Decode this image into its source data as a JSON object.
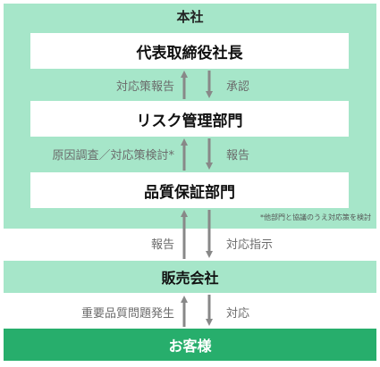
{
  "headquarters": {
    "title": "本社",
    "ceo": "代表取締役社長",
    "risk": "リスク管理部門",
    "qa": "品質保証部門",
    "note": "*他部門と協議のうえ対応策を検討"
  },
  "sales": "販売会社",
  "customer": "お客様",
  "flows": {
    "risk_to_ceo": "対応策報告",
    "ceo_to_risk": "承認",
    "qa_to_risk": "原因調査／対応策検討*",
    "risk_to_qa": "報告",
    "sales_to_qa": "報告",
    "qa_to_sales": "対応指示",
    "customer_to_sales": "重要品質問題発生",
    "sales_to_customer": "対応"
  },
  "colors": {
    "light_green": "#a6e6c9",
    "dark_green": "#27ae6c",
    "arrow": "#888888",
    "label": "#6b6b6b"
  }
}
